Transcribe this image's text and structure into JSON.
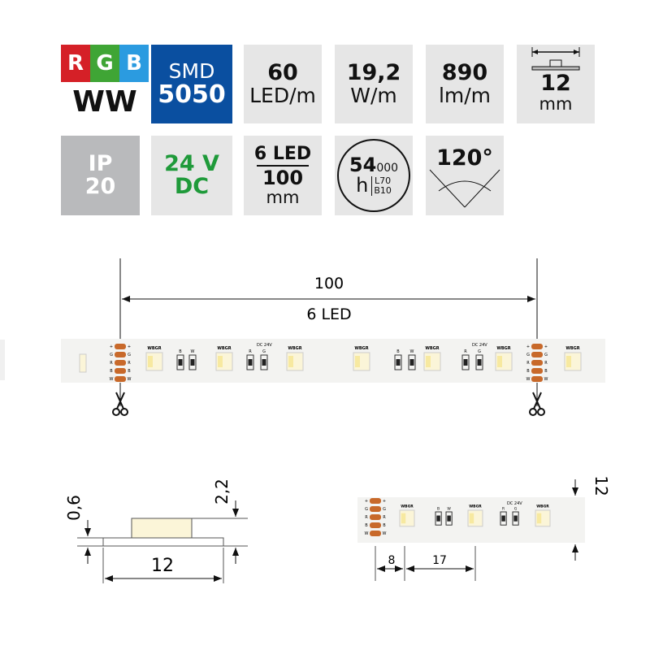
{
  "colors": {
    "tile_bg": "#e6e6e6",
    "smd_bg": "#0a4fa0",
    "ip_bg": "#b9babc",
    "red": "#d52027",
    "green": "#3fa535",
    "blue": "#2b9be0",
    "voltage_green": "#1f9a3a",
    "pad_orange": "#c8692a",
    "led_cream": "#fbf5d8"
  },
  "tiles": {
    "rgb": {
      "r": "R",
      "g": "G",
      "b": "B",
      "ww": "WW"
    },
    "smd": {
      "line1": "SMD",
      "line2": "5050"
    },
    "density": {
      "value": "60",
      "unit": "LED/m"
    },
    "power": {
      "value": "19,2",
      "unit": "W/m"
    },
    "lumen": {
      "value": "890",
      "unit": "lm/m"
    },
    "width": {
      "icon": "strip-width-icon",
      "value": "12",
      "unit": "mm"
    },
    "ip": {
      "line1": "IP",
      "line2": "20"
    },
    "voltage": {
      "line1": "24 V",
      "line2": "DC"
    },
    "segment": {
      "top": "6 LED",
      "value": "100",
      "unit": "mm"
    },
    "lifetime": {
      "value": "54",
      "suffix": "000",
      "unit": "h",
      "l": "L70",
      "b": "B10"
    },
    "angle": {
      "value": "120°",
      "icon": "beam-angle-icon"
    }
  },
  "strip_diagram": {
    "length": "100",
    "leds": "6 LED",
    "led_label": "WBGR",
    "pad_labels": [
      "+",
      "G",
      "R",
      "B",
      "W"
    ],
    "res_labels_1": [
      "B",
      "W"
    ],
    "res_labels_2": [
      "R",
      "G"
    ],
    "res_voltage": "DC 24V",
    "cut_icon": "scissors-icon"
  },
  "cross_section": {
    "thickness_base": "0,6",
    "thickness_total": "2,2",
    "width": "12"
  },
  "detail": {
    "width": "12",
    "pad_offset": "8",
    "led_pitch": "17"
  }
}
